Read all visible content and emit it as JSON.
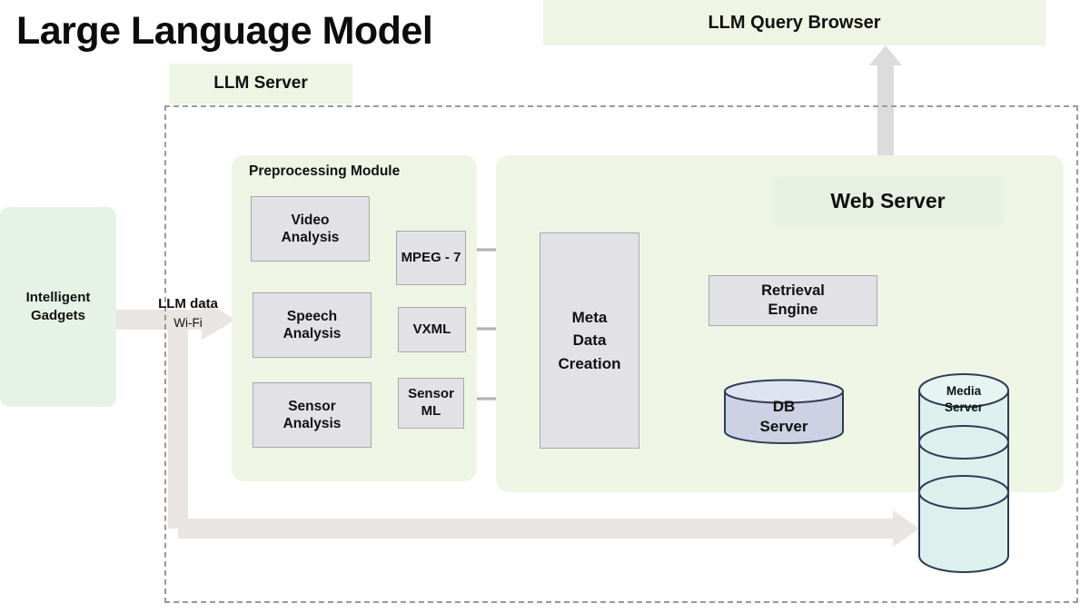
{
  "page": {
    "title": "Large Language Model",
    "background": "#ffffff"
  },
  "colors": {
    "panel_green": "#eff5e4",
    "panel_green_soft": "#e7f0e3",
    "gadget_green": "#e7f2e6",
    "gray_box_fill": "#e2e1e6",
    "gray_box_stroke": "#a8a8ac",
    "arrow_thin": "#b3b3b3",
    "arrow_thick": "#e6e2e0",
    "dashed_border": "#9a9a9a",
    "db_fill": "#ccd1e4",
    "db_stroke": "#2f3b56",
    "media_fill": "#dcf0ee",
    "media_stroke": "#2f3b56"
  },
  "regions": {
    "llm_server_tab": "LLM Server",
    "llm_query_browser": "LLM Query Browser",
    "preprocessing_module": "Preprocessing Module",
    "web_server": "Web Server"
  },
  "nodes": {
    "intelligent_gadgets": "Intelligent\nGadgets",
    "video_analysis": "Video\nAnalysis",
    "speech_analysis": "Speech\nAnalysis",
    "sensor_analysis": "Sensor\nAnalysis",
    "mpeg7": "MPEG - 7",
    "vxml": "VXML",
    "sensor_ml": "Sensor\nML",
    "meta_data_creation": "Meta\nData\nCreation",
    "retrieval_engine": "Retrieval\nEngine",
    "db_server": "DB\nServer",
    "media_server": "Media\nServer"
  },
  "node_lines": {
    "intelligent_gadgets": [
      "Intelligent",
      "Gadgets"
    ],
    "video_analysis": [
      "Video",
      "Analysis"
    ],
    "speech_analysis": [
      "Speech",
      "Analysis"
    ],
    "sensor_analysis": [
      "Sensor",
      "Analysis"
    ],
    "mpeg7": [
      "MPEG - 7"
    ],
    "vxml": [
      "VXML"
    ],
    "sensor_ml": [
      "Sensor",
      "ML"
    ],
    "meta_data_creation": [
      "Meta",
      "Data",
      "Creation"
    ],
    "retrieval_engine": [
      "Retrieval",
      "Engine"
    ],
    "db_server": [
      "DB",
      "Server"
    ],
    "media_server": [
      "Media",
      "Server"
    ]
  },
  "edge_labels": {
    "llm_data": "LLM data",
    "wifi": "Wi-Fi"
  },
  "connections": [
    {
      "from": "intelligent_gadgets",
      "to": "preprocessing_module",
      "label": "LLM data / Wi-Fi",
      "style": "thick-arrow"
    },
    {
      "from": "video_analysis",
      "to": "mpeg7",
      "style": "thin-arrow"
    },
    {
      "from": "speech_analysis",
      "to": "vxml",
      "style": "thin-arrow"
    },
    {
      "from": "sensor_analysis",
      "to": "sensor_ml",
      "style": "thin-arrow"
    },
    {
      "from": "mpeg7",
      "to": "meta_data_creation",
      "style": "thin-arrow"
    },
    {
      "from": "vxml",
      "to": "meta_data_creation",
      "style": "thin-arrow"
    },
    {
      "from": "sensor_ml",
      "to": "meta_data_creation",
      "style": "thin-arrow"
    },
    {
      "from": "web_server",
      "to": "llm_query_browser",
      "style": "thick-double-arrow"
    },
    {
      "from": "retrieval_engine",
      "to": "web_server",
      "style": "thin-double-arrow"
    },
    {
      "from": "db_server",
      "to": "retrieval_engine",
      "style": "thin-double-arrow"
    },
    {
      "from": "media_server",
      "to": "web_server",
      "style": "thin-arrow"
    },
    {
      "from": "media_server",
      "to": "db_server",
      "style": "thick-arrow"
    },
    {
      "from": "intelligent_gadgets",
      "to": "media_server",
      "style": "thick-elbow-arrow"
    }
  ]
}
